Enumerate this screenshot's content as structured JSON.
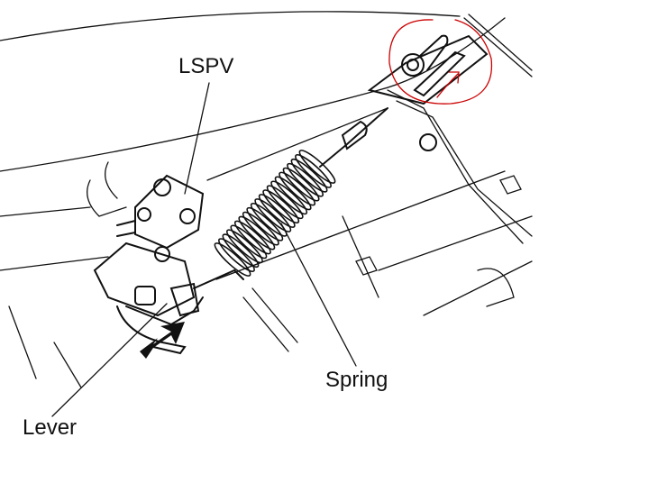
{
  "labels": {
    "lspv": "LSPV",
    "spring": "Spring",
    "lever": "Lever"
  },
  "colors": {
    "line": "#111111",
    "annotation": "#cc0000"
  }
}
